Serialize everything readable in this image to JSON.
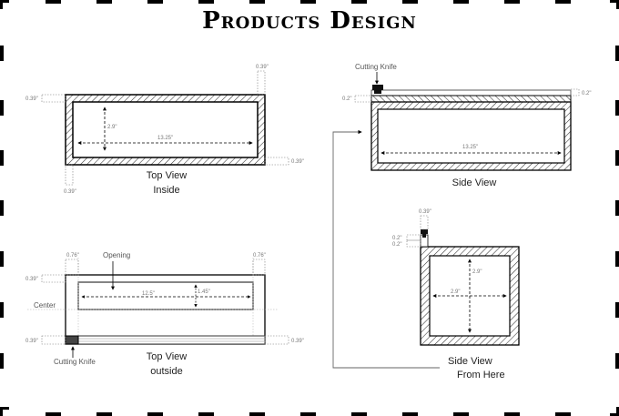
{
  "title": "Products Design",
  "colors": {
    "ink": "#000000",
    "dim_text": "#777777",
    "label_text": "#222222",
    "hatch": "#333333",
    "knife": "#111111"
  },
  "views": {
    "top_inside": {
      "caption_line1": "Top View",
      "caption_line2": "Inside",
      "dims": {
        "length": "13.25\"",
        "width": "2.9\"",
        "wall_top": "0.39\"",
        "wall_left": "0.39\"",
        "wall_right": "0.39\"",
        "wall_bottom": "0.39\""
      }
    },
    "top_outside": {
      "caption_line1": "Top View",
      "caption_line2": "outside",
      "opening_label": "Opening",
      "center_label": "Center",
      "knife_label": "Cutting Knife",
      "dims": {
        "opening_length": "12.5\"",
        "opening_width": "1.45\"",
        "margin_left": "0.76\"",
        "margin_right": "0.76\"",
        "wall_top": "0.39\"",
        "wall_bottom_left": "0.39\"",
        "wall_bottom_right": "0.39\""
      }
    },
    "side": {
      "caption": "Side View",
      "knife_label": "Cutting Knife",
      "dims": {
        "length": "13.25\"",
        "lid_left": "0.2\"",
        "lid_right": "0.2\""
      }
    },
    "side_from_here": {
      "caption_line1": "Side View",
      "caption_line2": "From Here",
      "dims": {
        "knife_width": "0.39\"",
        "knife_h1": "0.2\"",
        "knife_h2": "0.2\"",
        "inner_width": "2.9\"",
        "inner_height": "2.9\""
      }
    }
  }
}
